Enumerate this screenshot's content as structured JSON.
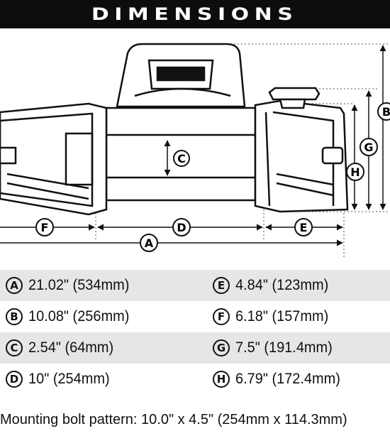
{
  "title": "DIMENSIONS",
  "labels": {
    "a": "A",
    "b": "B",
    "c": "C",
    "d": "D",
    "e": "E",
    "f": "F",
    "g": "G",
    "h": "H"
  },
  "specs": [
    {
      "letter": "A",
      "value": "21.02\" (534mm)"
    },
    {
      "letter": "E",
      "value": "4.84\" (123mm)"
    },
    {
      "letter": "B",
      "value": "10.08\" (256mm)"
    },
    {
      "letter": "F",
      "value": "6.18\" (157mm)"
    },
    {
      "letter": "C",
      "value": "2.54\" (64mm)"
    },
    {
      "letter": "G",
      "value": "7.5\" (191.4mm)"
    },
    {
      "letter": "D",
      "value": "10\" (254mm)"
    },
    {
      "letter": "H",
      "value": "6.79\" (172.4mm)"
    }
  ],
  "footer": "Mounting bolt pattern: 10.0\" x 4.5\" (254mm x 114.3mm)"
}
